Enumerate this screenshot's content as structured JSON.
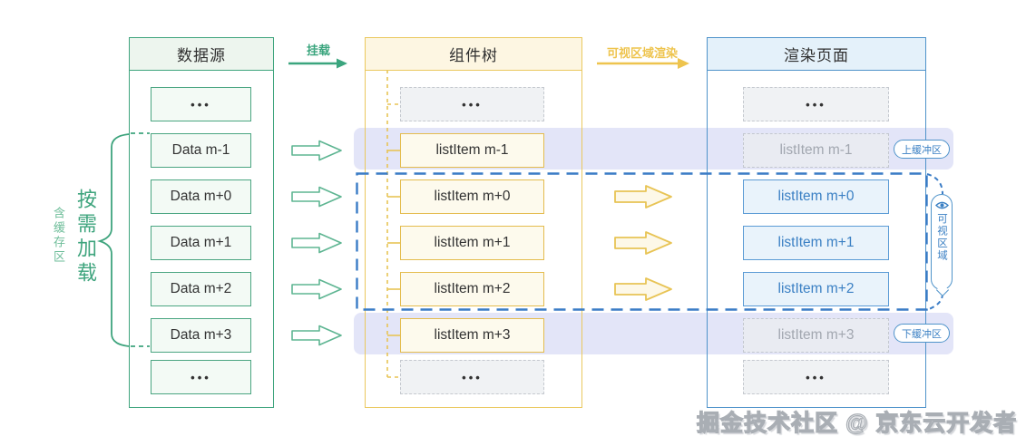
{
  "columns": {
    "data_source": {
      "title": "数据源",
      "items": [
        "•••",
        "Data m-1",
        "Data m+0",
        "Data m+1",
        "Data m+2",
        "Data m+3",
        "•••"
      ]
    },
    "component_tree": {
      "title": "组件树",
      "items": [
        "•••",
        "listItem m-1",
        "listItem m+0",
        "listItem m+1",
        "listItem m+2",
        "listItem m+3",
        "•••"
      ]
    },
    "render_page": {
      "title": "渲染页面",
      "items": [
        "•••",
        "listItem m-1",
        "listItem m+0",
        "listItem m+1",
        "listItem m+2",
        "listItem m+3",
        "•••"
      ]
    }
  },
  "labels": {
    "mount": "挂载",
    "viewport_render": "可视区域渲染",
    "on_demand_load": "按需加载",
    "with_cache_area": "含缓存区",
    "upper_buffer": "上缓冲区",
    "lower_buffer": "下缓冲区",
    "visible_area": "可视区域"
  },
  "watermark": "掘金技术社区 @ 京东云开发者",
  "colors": {
    "green": "#3ea47d",
    "yellow": "#e8c455",
    "blue": "#4f93ca",
    "blue_text": "#3b80c4",
    "lavender_band": "#e3e5f8",
    "gray_dashed": "#c5c9cf",
    "dark_text": "#333333"
  }
}
